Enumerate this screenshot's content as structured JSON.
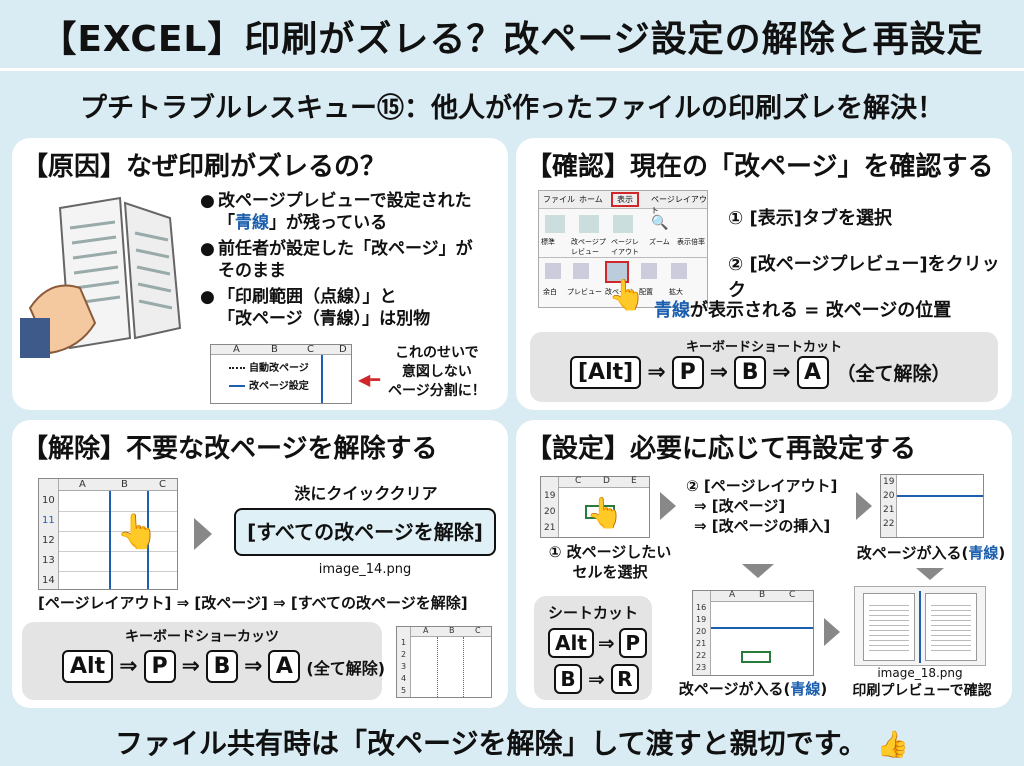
{
  "header": {
    "title": "【EXCEL】印刷がズレる？改ページ設定の解除と再設定",
    "subtitle": "プチトラブルレスキュー⑮：他人が作ったファイルの印刷ズレを解決！"
  },
  "cause": {
    "heading": "【原因】なぜ印刷がズレるの？",
    "b1a": "改ページプレビューで設定された",
    "b1b_pre": "「",
    "b1b_blue": "青線",
    "b1b_post": "」が残っている",
    "b2a": "前任者が設定した「改ページ」が",
    "b2b": "そのまま",
    "b3a": "「印刷範囲（点線）」と",
    "b3b": "「改ページ（青線）」は別物",
    "legend_dotted": "自動改ページ",
    "legend_solid": "改ページ設定",
    "note1": "これのせいで",
    "note2": "意図しない",
    "note3": "ページ分割に！",
    "cols": [
      "A",
      "B",
      "C",
      "D"
    ]
  },
  "check": {
    "heading": "【確認】現在の「改ページ」を確認する",
    "tabs": [
      "ファイル",
      "ホーム",
      "表示",
      "ページレイアウト"
    ],
    "ribbon_items": [
      "標準",
      "改ページプレビュー",
      "ページレイアウト",
      "ズーム",
      "表示倍率"
    ],
    "ribbon_row2": [
      "余白",
      "プレビュー",
      "改ページ",
      "配置",
      "拡大"
    ],
    "step1": "① [表示]タブを選択",
    "step2": "② [改ページプレビュー]をクリック",
    "result_blue": "青線",
    "result_rest": "が表示される = 改ページの位置",
    "shortcut_label": "キーボードショートカット",
    "keys": [
      "[Alt]",
      "P",
      "B",
      "A"
    ],
    "keys_note": "（全て解除）"
  },
  "remove": {
    "heading": "【解除】不要な改ページを解除する",
    "rows": [
      "10",
      "11",
      "12",
      "13",
      "14"
    ],
    "cols": [
      "A",
      "B",
      "C"
    ],
    "quick_label": "渋にクイッククリア",
    "button_label": "[すべての改ページを解除]",
    "image_name": "image_14.png",
    "path": "[ページレイアウト] ⇒ [改ページ] ⇒ [すべての改ページを解除]",
    "shortcut_label": "キーボードショーカッツ",
    "keys": [
      "Alt",
      "P",
      "B",
      "A"
    ],
    "keys_note": "(全て解除)",
    "mini_rows": [
      "1",
      "2",
      "3",
      "4",
      "5"
    ],
    "mini_cols": [
      "A",
      "B",
      "C"
    ]
  },
  "setup": {
    "heading": "【設定】必要に応じて再設定する",
    "rows1": [
      "19",
      "20",
      "21"
    ],
    "cols1": [
      "C",
      "D",
      "E"
    ],
    "step1a": "① 改ページしたい",
    "step1b": "セルを選択",
    "step2a": "② [ページレイアウト]",
    "step2b": "⇒ [改ページ]",
    "step2c": "⇒ [改ページの挿入]",
    "rows2": [
      "19",
      "20",
      "21",
      "22"
    ],
    "caption_pre": "改ページが入る(",
    "caption_blue": "青線",
    "caption_post": ")",
    "shortcut_label": "シートカット",
    "keys1": [
      "Alt",
      "P"
    ],
    "keys2": [
      "B",
      "R"
    ],
    "rows3": [
      "16",
      "19",
      "20",
      "21",
      "22",
      "23"
    ],
    "cols3": [
      "A",
      "B",
      "C"
    ],
    "image_name": "image_18.png",
    "preview_caption": "印刷プレビューで確認"
  },
  "footer": {
    "text": "ファイル共有時は「改ページを解除」して渡すと親切です。"
  },
  "colors": {
    "accent": "#1b5fae",
    "background": "#d9ecf4",
    "red": "#d0272a"
  }
}
